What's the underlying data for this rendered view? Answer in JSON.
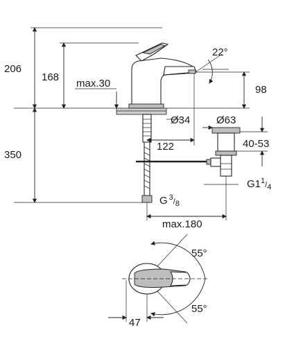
{
  "dimensions": {
    "total_height": "206",
    "spout_height": "168",
    "max_deck": "max.30",
    "angle_top": "22°",
    "reach_height": "98",
    "hole_dia": "Ø34",
    "waste_dia": "Ø63",
    "spout_reach": "122",
    "waste_adjust": "40-53",
    "under_length": "350",
    "waste_thread_main": "G1",
    "waste_thread_num": "1",
    "waste_thread_den": "4",
    "supply_thread_main": "G",
    "supply_thread_num": "3",
    "supply_thread_den": "8",
    "max_reach": "max.180",
    "angle_upper": "55°",
    "angle_lower": "55°",
    "lever_offset": "47"
  },
  "colors": {
    "line": "#222222",
    "fill_gray": "#bdbdbd",
    "background": "#ffffff"
  }
}
